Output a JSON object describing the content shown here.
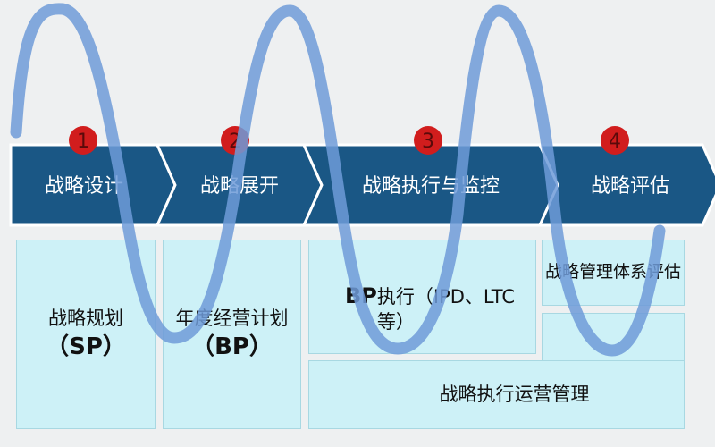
{
  "colors": {
    "background": "#eef0f1",
    "arrow_fill": "#1a5785",
    "arrow_border": "#ffffff",
    "box_fill": "#cdf1f7",
    "box_border": "#a8d8e2",
    "wave": "#6f9bd8",
    "badge": "#d11d1d"
  },
  "steps": [
    {
      "number": "1",
      "label": "战略设计"
    },
    {
      "number": "2",
      "label": "战略展开"
    },
    {
      "number": "3",
      "label": "战略执行与监控"
    },
    {
      "number": "4",
      "label": "战略评估"
    }
  ],
  "boxes": {
    "sp": {
      "line1": "战略规划",
      "line2": "（SP）"
    },
    "bp": {
      "line1": "年度经营计划",
      "line2": "（BP）"
    },
    "bp_exec": {
      "strong": "BP",
      "rest": "执行（IPD、LTC等）"
    },
    "system_eval": {
      "text": "战略管理体系评估"
    },
    "ops_mgmt": {
      "text": "战略执行运营管理"
    }
  }
}
